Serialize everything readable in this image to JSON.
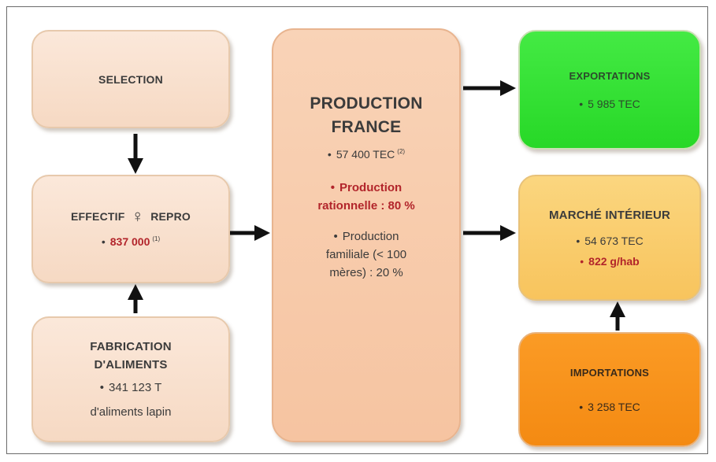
{
  "selection": {
    "title": "SELECTION"
  },
  "effectif": {
    "title_left": "EFFECTIF",
    "title_right": "REPRO",
    "female_symbol": "♀",
    "value": "837 000",
    "note": "(1)"
  },
  "fabrication": {
    "title_line1": "FABRICATION",
    "title_line2": "D'ALIMENTS",
    "value": "341 123 T",
    "subtitle": "d'aliments lapin"
  },
  "production": {
    "title_line1": "PRODUCTION",
    "title_line2": "FRANCE",
    "total": "57 400 TEC",
    "total_note": "(2)",
    "rationnelle_line1": "Production",
    "rationnelle_line2": "rationnelle : 80 %",
    "familiale_line1": "Production",
    "familiale_line2": "familiale (< 100",
    "familiale_line3": "mères) : 20 %"
  },
  "exportations": {
    "title": "EXPORTATIONS",
    "value": "5 985 TEC"
  },
  "marche": {
    "title": "MARCHÉ INTÉRIEUR",
    "value1": "54 673 TEC",
    "value2": "822 g/hab"
  },
  "importations": {
    "title": "IMPORTATIONS",
    "value": "3 258 TEC"
  },
  "colors": {
    "box_peach": "#f8e0cd",
    "box_production": "#f7c8a6",
    "box_exportations": "#33e033",
    "box_marche": "#f9cc6b",
    "box_importations": "#f7911a",
    "highlight_red": "#b2252b",
    "arrow": "#111111"
  }
}
